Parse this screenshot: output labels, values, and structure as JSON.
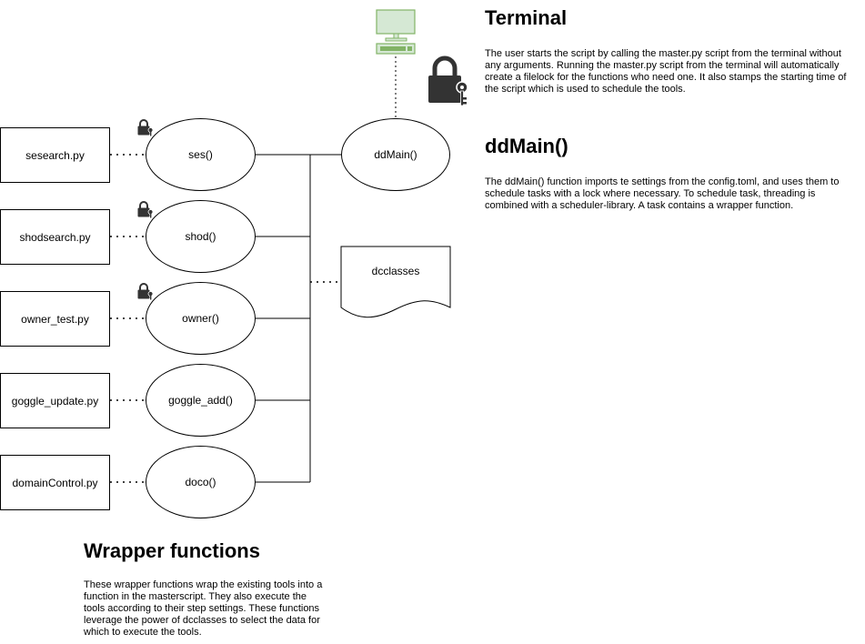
{
  "terminal": {
    "title": "Terminal",
    "text": "The user starts the script by calling the master.py script from the terminal without any arguments. Running the master.py script from the terminal will automatically create a filelock for the functions who need one. It also stamps the starting time of the script which is used to schedule the tools.",
    "icon": "computer-terminal-icon"
  },
  "ddmain_section": {
    "title": "ddMain()",
    "text": "The ddMain() function imports te settings from the config.toml, and uses them to schedule tasks with a lock where necessary. To schedule task, threading is combined with a scheduler-library. A task contains a wrapper function."
  },
  "wrapper_section": {
    "title": "Wrapper functions",
    "text": "These wrapper functions wrap the existing tools into a function in the masterscript. They also execute the tools according to their step settings. These functions leverage the power of dcclasses to select the data for which to execute the tools."
  },
  "nodes": {
    "ddmain": "ddMain()",
    "dcclasses": "dcclasses",
    "tools": [
      "sesearch.py",
      "shodsearch.py",
      "owner_test.py",
      "goggle_update.py",
      "domainControl.py"
    ],
    "wrappers": [
      "ses()",
      "shod()",
      "owner()",
      "goggle_add()",
      "doco()"
    ]
  },
  "icons": {
    "lock": "lock-icon",
    "big_lock": "lock-with-key-icon"
  },
  "colors": {
    "terminal_green_fill": "#d5e8d4",
    "terminal_green_stroke": "#82b366",
    "lock_gray": "#333333"
  }
}
